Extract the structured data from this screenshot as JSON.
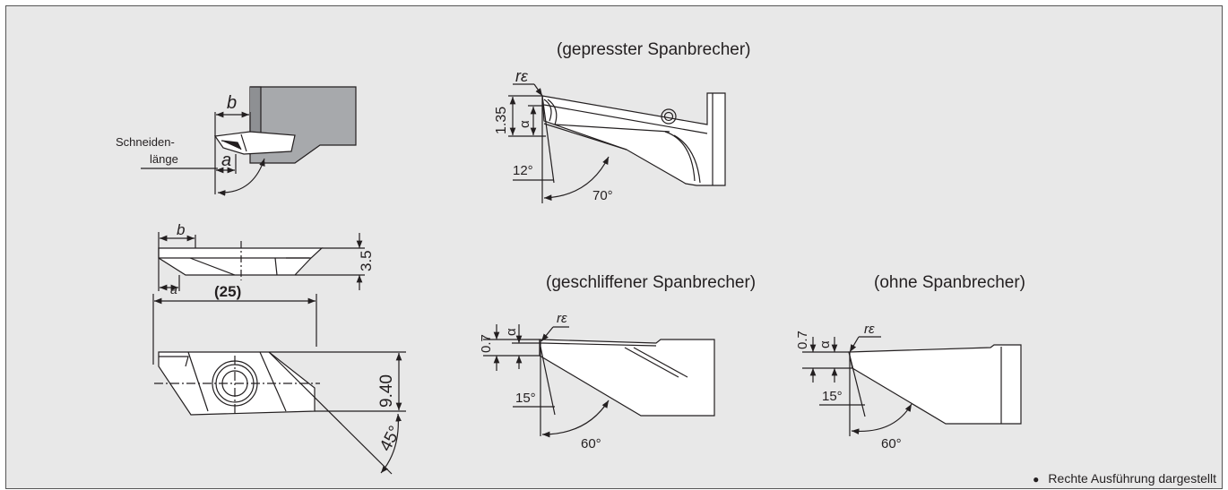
{
  "captions": {
    "pressed": "(gepresster Spanbrecher)",
    "ground": "(geschliffener Spanbrecher)",
    "none": "(ohne Spanbrecher)"
  },
  "note": {
    "bullet": "●",
    "text": "Rechte Ausführung dargestellt"
  },
  "holder_view": {
    "dim_b": "b",
    "dim_a": "a",
    "cutting_length_line1": "Schneiden-",
    "cutting_length_line2": "länge"
  },
  "insert_views": {
    "dim_b": "b",
    "dim_a": "a",
    "thickness": "3.5",
    "length": "(25)",
    "height": "9.40",
    "angle": "45°"
  },
  "pressed_detail": {
    "radius": "rε",
    "height": "1.35",
    "alpha": "α",
    "angle_small": "12°",
    "angle_large": "70°"
  },
  "ground_detail": {
    "height": "0.7",
    "alpha": "α",
    "radius": "rε",
    "angle_small": "15°",
    "angle_large": "60°"
  },
  "none_detail": {
    "height": "0.7",
    "alpha": "α",
    "radius": "rε",
    "angle_small": "15°",
    "angle_large": "60°"
  },
  "colors": {
    "background": "#e8e8e8",
    "line": "#231f20",
    "holder_fill": "#a7a9ac",
    "insert_fill": "#ffffff"
  }
}
